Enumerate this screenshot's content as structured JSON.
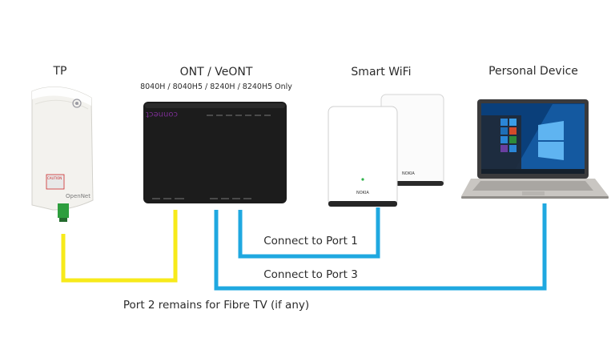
{
  "devices": {
    "tp": {
      "title": "TP",
      "unit_text": "OpenNet",
      "caution": "CAUTION"
    },
    "ont": {
      "title": "ONT / VeONT",
      "subtitle": "8040H / 8040H5 / 8240H / 8240H5 Only",
      "brand": "connect"
    },
    "wifi": {
      "title": "Smart WiFi",
      "brand": "NOKIA"
    },
    "pc": {
      "title": "Personal Device"
    }
  },
  "connections": {
    "port1": "Connect to Port 1",
    "port3": "Connect to Port 3",
    "port2_note": "Port 2 remains for Fibre TV (if any)"
  },
  "colors": {
    "fibre_cable": "#f7ea1a",
    "lan_cable": "#1fa8e0",
    "ont_body": "#1c1c1c",
    "ont_brand": "#7a2e92"
  }
}
